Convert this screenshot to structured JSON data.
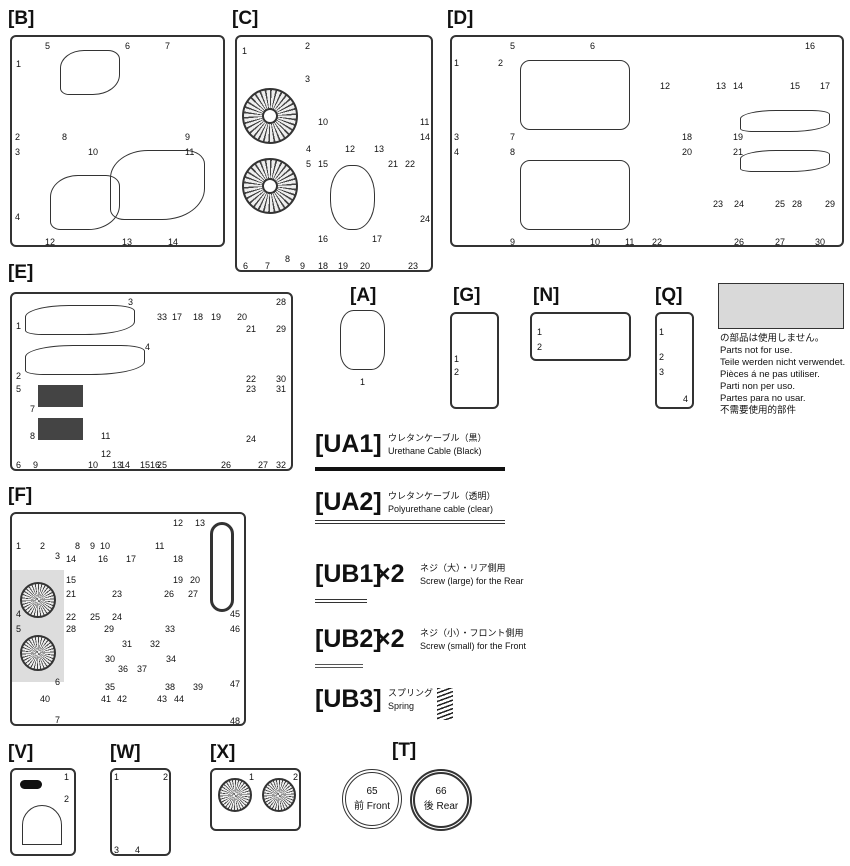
{
  "frames": [
    {
      "id": "B",
      "title": "[B]",
      "parts": [
        "5",
        "6",
        "7",
        "1",
        "2",
        "8",
        "9",
        "3",
        "10",
        "11",
        "4",
        "12",
        "13",
        "14"
      ]
    },
    {
      "id": "C",
      "title": "[C]",
      "parts": [
        "1",
        "2",
        "3",
        "4",
        "10",
        "11",
        "12",
        "13",
        "14",
        "5",
        "15",
        "21",
        "22",
        "24",
        "6",
        "7",
        "8",
        "9",
        "16",
        "17",
        "18",
        "19",
        "20",
        "23"
      ]
    },
    {
      "id": "D",
      "title": "[D]",
      "parts": [
        "1",
        "2",
        "5",
        "6",
        "3",
        "7",
        "4",
        "8",
        "9",
        "10",
        "11",
        "12",
        "13",
        "14",
        "15",
        "16",
        "17",
        "18",
        "19",
        "20",
        "21",
        "22",
        "23",
        "24",
        "25",
        "26",
        "27",
        "28",
        "29",
        "30"
      ]
    },
    {
      "id": "E",
      "title": "[E]",
      "parts": [
        "1",
        "2",
        "3",
        "4",
        "5",
        "33",
        "17",
        "18",
        "19",
        "20",
        "21",
        "22",
        "23",
        "24",
        "25",
        "26",
        "27",
        "28",
        "29",
        "30",
        "31",
        "32",
        "7",
        "8",
        "11",
        "12",
        "6",
        "9",
        "10",
        "13",
        "14",
        "15",
        "16"
      ]
    },
    {
      "id": "F",
      "title": "[F]",
      "parts": [
        "1",
        "2",
        "3",
        "8",
        "9",
        "10",
        "11",
        "12",
        "13",
        "14",
        "15",
        "16",
        "17",
        "18",
        "19",
        "20",
        "4",
        "5",
        "21",
        "22",
        "23",
        "24",
        "25",
        "26",
        "27",
        "28",
        "29",
        "30",
        "31",
        "32",
        "33",
        "34",
        "35",
        "36",
        "37",
        "38",
        "39",
        "45",
        "46",
        "47",
        "48",
        "40",
        "41",
        "42",
        "43",
        "44",
        "6",
        "7"
      ]
    },
    {
      "id": "A",
      "title": "[A]",
      "parts": [
        "1"
      ]
    },
    {
      "id": "G",
      "title": "[G]",
      "parts": [
        "1",
        "2"
      ]
    },
    {
      "id": "N",
      "title": "[N]",
      "parts": [
        "1",
        "2"
      ]
    },
    {
      "id": "Q",
      "title": "[Q]",
      "parts": [
        "1",
        "2",
        "3",
        "4"
      ]
    },
    {
      "id": "V",
      "title": "[V]",
      "parts": [
        "1",
        "2"
      ]
    },
    {
      "id": "W",
      "title": "[W]",
      "parts": [
        "1",
        "2",
        "3",
        "4"
      ]
    },
    {
      "id": "X",
      "title": "[X]",
      "parts": [
        "1",
        "2"
      ]
    }
  ],
  "not_for_use": {
    "lines": [
      "の部品は使用しません。",
      "Parts not for use.",
      "Teile werden nicht verwendet.",
      "Pièces á ne pas utiliser.",
      "Parti non per uso.",
      "Partes para no usar.",
      "不需要使用的部件"
    ],
    "swatch_color": "#d9d9d9"
  },
  "accessories": [
    {
      "code": "[UA1]",
      "multiplier": "",
      "jp": "ウレタンケーブル（黒）",
      "en": "Urethane Cable (Black)"
    },
    {
      "code": "[UA2]",
      "multiplier": "",
      "jp": "ウレタンケーブル（透明）",
      "en": "Polyurethane cable (clear)"
    },
    {
      "code": "[UB1]",
      "multiplier": "×2",
      "jp": "ネジ（大）・リア側用",
      "en": "Screw (large) for the Rear"
    },
    {
      "code": "[UB2]",
      "multiplier": "×2",
      "jp": "ネジ（小）・フロント側用",
      "en": "Screw (small) for the Front"
    },
    {
      "code": "[UB3]",
      "multiplier": "",
      "jp": "スプリング",
      "en": "Spring"
    }
  ],
  "tires": {
    "title": "[T]",
    "front": {
      "number": "65",
      "label": "前 Front"
    },
    "rear": {
      "number": "66",
      "label": "後 Rear"
    }
  }
}
